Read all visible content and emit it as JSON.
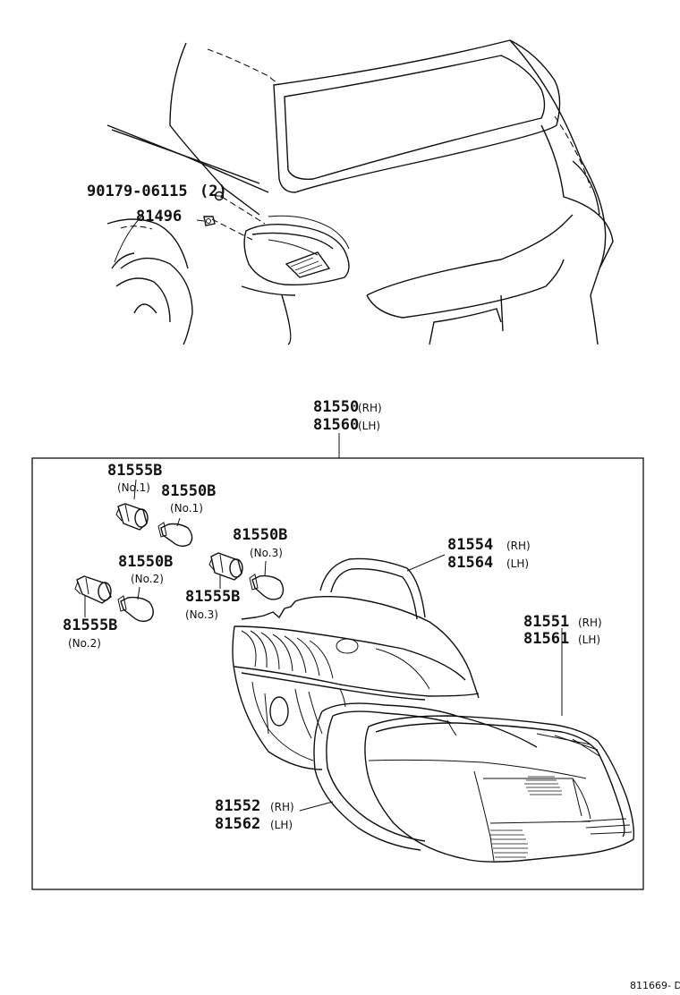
{
  "top_callouts": {
    "bolt": {
      "part": "90179-06115",
      "qty": "(2)"
    },
    "socket": {
      "part": "81496"
    }
  },
  "assembly": {
    "rh_part": "81550",
    "rh_side": "(RH)",
    "lh_part": "81560",
    "lh_side": "(LH)"
  },
  "bulbs": {
    "socket_no1": {
      "part": "81555B",
      "qualifier": "(No.1)"
    },
    "bulb_no1": {
      "part": "81550B",
      "qualifier": "(No.1)"
    },
    "bulb_no3": {
      "part": "81550B",
      "qualifier": "(No.3)"
    },
    "bulb_no2": {
      "part": "81550B",
      "qualifier": "(No.2)"
    },
    "socket_no3": {
      "part": "81555B",
      "qualifier": "(No.3)"
    },
    "socket_no2": {
      "part": "81555B",
      "qualifier": "(No.2)"
    }
  },
  "housing": {
    "rh_part": "81554",
    "rh_side": "(RH)",
    "lh_part": "81564",
    "lh_side": "(LH)"
  },
  "lens": {
    "rh_part": "81551",
    "rh_side": "(RH)",
    "lh_part": "81561",
    "lh_side": "(LH)"
  },
  "gasket": {
    "rh_part": "81552",
    "rh_side": "(RH)",
    "lh_part": "81562",
    "lh_side": "(LH)"
  },
  "figure_ref": "811669- D"
}
